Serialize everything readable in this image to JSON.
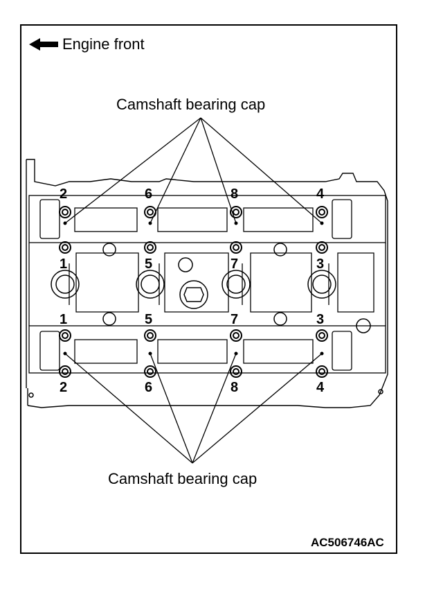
{
  "engine_front_label": "Engine front",
  "upper_callout": "Camshaft bearing cap",
  "lower_callout": "Camshaft bearing cap",
  "figure_code": "AC506746AC",
  "bolt_numbers": {
    "top_row": [
      "2",
      "6",
      "8",
      "4"
    ],
    "mid_upper_row": [
      "1",
      "5",
      "7",
      "3"
    ],
    "mid_lower_row": [
      "1",
      "5",
      "7",
      "3"
    ],
    "bottom_row": [
      "2",
      "6",
      "8",
      "4"
    ]
  }
}
